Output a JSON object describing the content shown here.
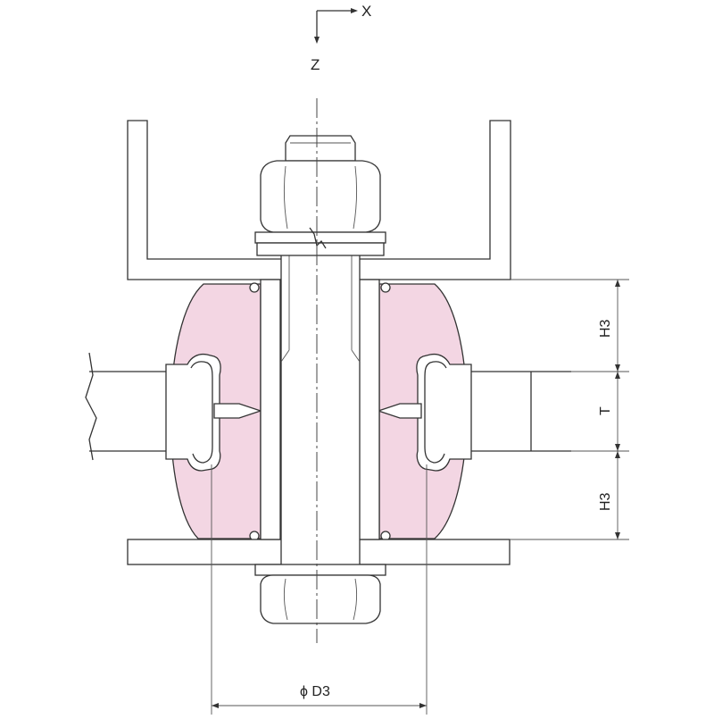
{
  "axes": {
    "x_label": "X",
    "z_label": "Z"
  },
  "dimensions": {
    "h3_top": "H3",
    "t": "T",
    "h3_bottom": "H3",
    "d3": "ϕ D3"
  },
  "colors": {
    "rubber_fill": "#f3d6e3",
    "line": "#333333",
    "background": "#ffffff"
  }
}
